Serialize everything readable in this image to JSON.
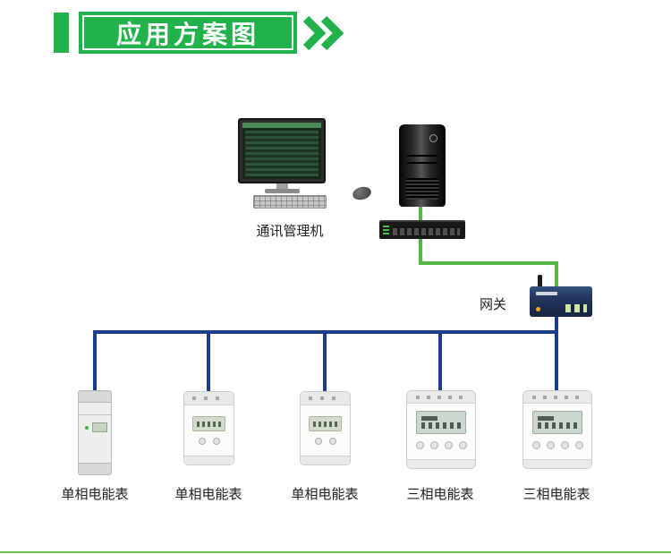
{
  "header": {
    "title": "应用方案图"
  },
  "colors": {
    "accent_green": "#21b24b",
    "link_green": "#52b848",
    "link_blue": "#1c3d8f"
  },
  "diagram": {
    "station": {
      "label": "通讯管理机",
      "icon": "desktop-computer-icon"
    },
    "server": {
      "icon": "tower-server-icon"
    },
    "switch": {
      "icon": "network-switch-icon"
    },
    "gateway": {
      "label": "网关",
      "icon": "gateway-router-icon"
    },
    "meters": [
      {
        "label": "单相电能表",
        "icon": "din-rail-meter-icon"
      },
      {
        "label": "单相电能表",
        "icon": "single-phase-meter-icon"
      },
      {
        "label": "单相电能表",
        "icon": "single-phase-meter-icon"
      },
      {
        "label": "三相电能表",
        "icon": "three-phase-meter-icon"
      },
      {
        "label": "三相电能表",
        "icon": "three-phase-meter-icon"
      }
    ]
  }
}
